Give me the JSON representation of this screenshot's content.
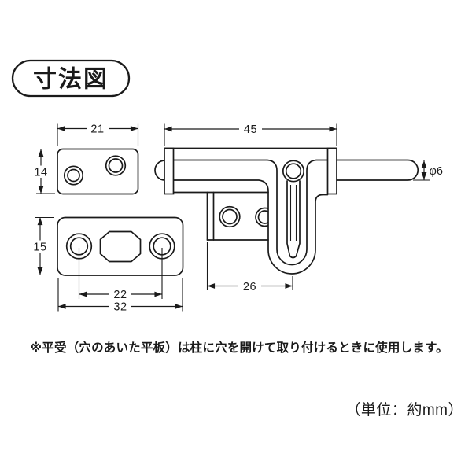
{
  "colors": {
    "background": "#ffffff",
    "line": "#1a1a1a"
  },
  "badge": {
    "label": "寸法図"
  },
  "diagram": {
    "dims": {
      "top_plate_width": "21",
      "top_plate_height": "14",
      "body_width": "45",
      "rod_diameter": "φ6",
      "receiver_height": "15",
      "receiver_hole_pitch": "22",
      "receiver_width": "32",
      "handle_offset": "26"
    }
  },
  "note": {
    "text": "※平受（穴のあいた平板）は柱に穴を開けて取り付けるときに使用します。"
  },
  "unit": {
    "text": "（単位：約mm）"
  }
}
